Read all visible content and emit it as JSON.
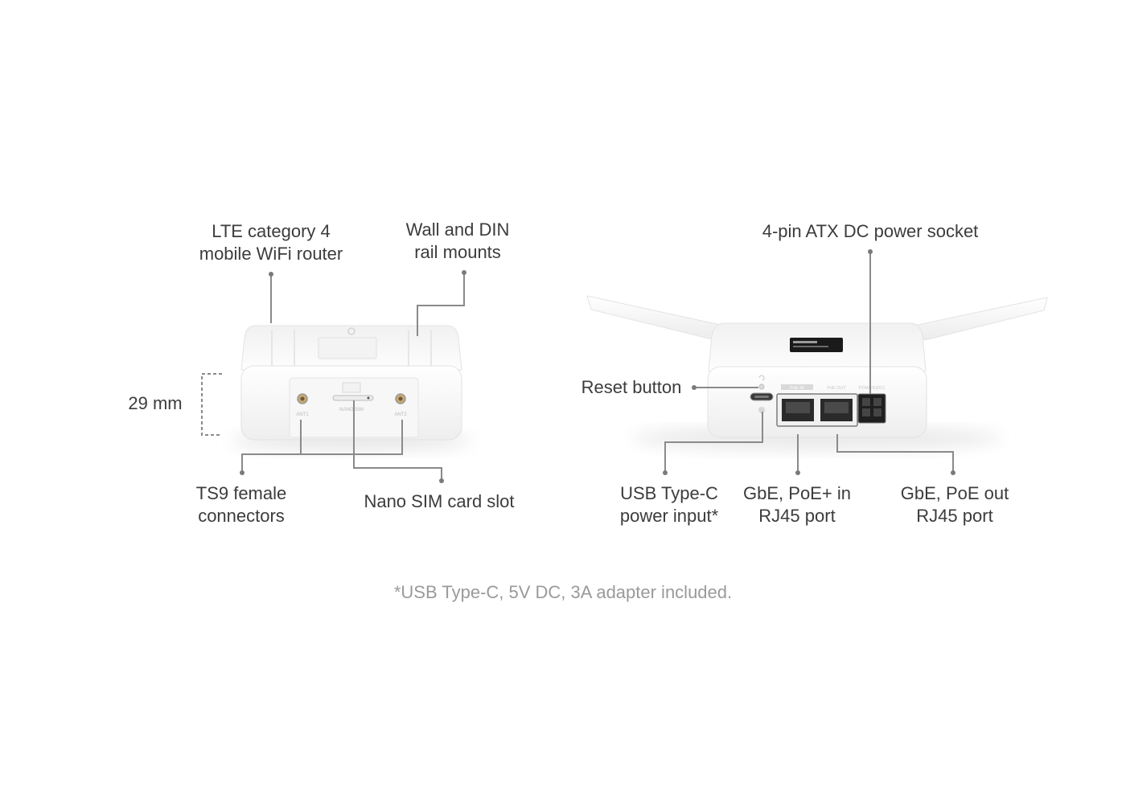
{
  "callouts": {
    "lte_router": [
      "LTE category 4",
      "mobile WiFi router"
    ],
    "wall_din": [
      "Wall and DIN",
      "rail mounts"
    ],
    "height": "29 mm",
    "ts9": [
      "TS9 female",
      "connectors"
    ],
    "nano_sim": "Nano SIM card slot",
    "atx_power": "4-pin ATX DC power socket",
    "reset": "Reset button",
    "usb_c": [
      "USB Type-C",
      "power input*"
    ],
    "poe_in": [
      "GbE, PoE+ in",
      "RJ45 port"
    ],
    "poe_out": [
      "GbE, PoE out",
      "RJ45 port"
    ]
  },
  "device_markings": {
    "ant1": "ANT1",
    "ant2": "ANT2",
    "nano_sim": "NANO SIM",
    "port_in": "PoE IN",
    "port_out": "PoE OUT",
    "power": "POWER(DC)"
  },
  "footnote": "*USB Type-C, 5V DC, 3A adapter included.",
  "colors": {
    "text": "#3c3c3c",
    "leader_line": "#8a8a8a",
    "footnote": "#9a9a9a",
    "device_body": "#fbfbfb"
  }
}
